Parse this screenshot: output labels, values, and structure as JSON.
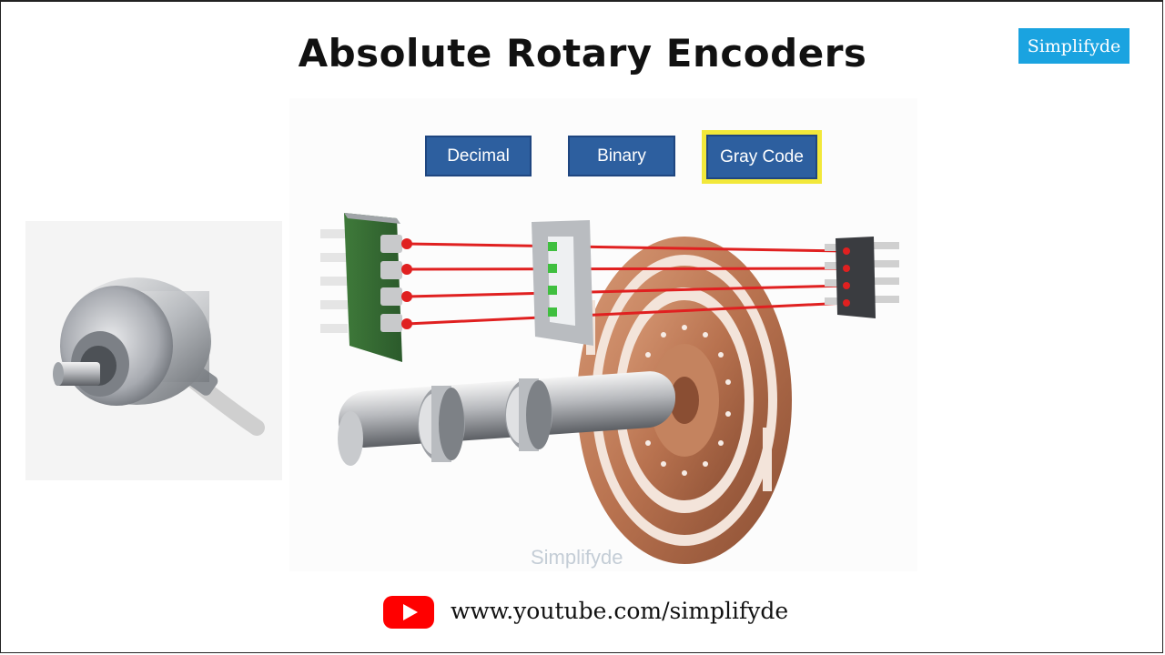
{
  "title": "Absolute Rotary Encoders",
  "brand": {
    "logo_text": "Simplifyde",
    "watermark": "Simplifyde"
  },
  "code_buttons": [
    {
      "label": "Decimal",
      "selected": false
    },
    {
      "label": "Binary",
      "selected": false
    },
    {
      "label": "Gray Code",
      "selected": true
    }
  ],
  "footer": {
    "url": "www.youtube.com/simplifyde"
  },
  "colors": {
    "logo_bg": "#1aa3e0",
    "button_blue": "#2d5f9f",
    "highlight_yellow": "#f2e83a",
    "laser_red": "#e02020",
    "disc_copper": "#b8724f",
    "youtube_red": "#ff0000"
  },
  "icons": [
    "youtube-icon"
  ]
}
